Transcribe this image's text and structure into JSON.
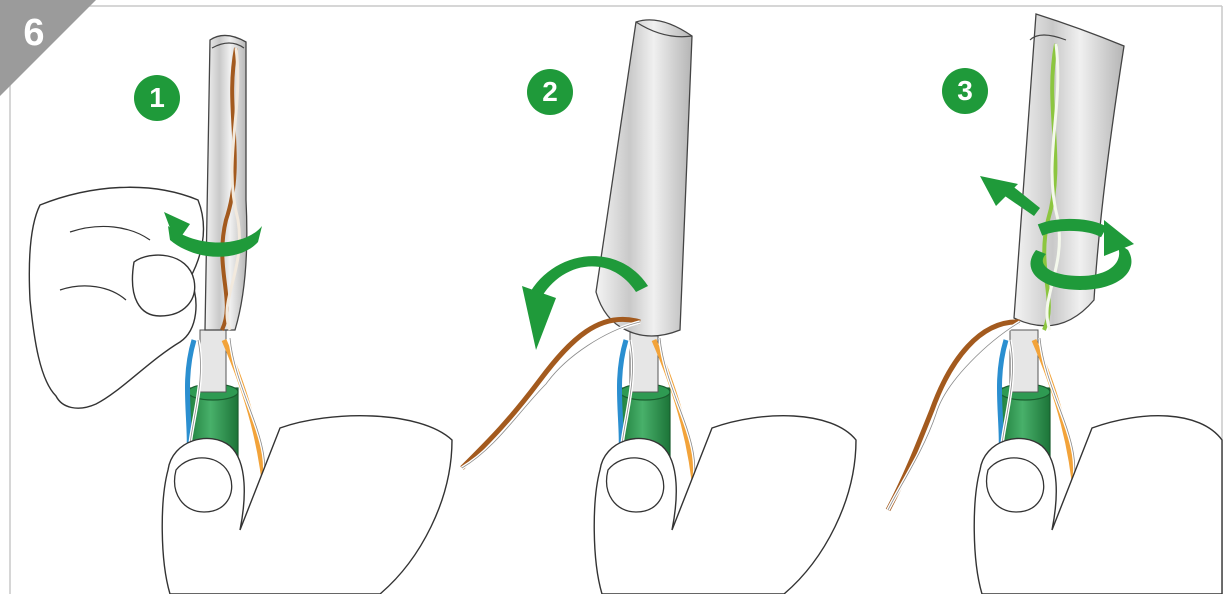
{
  "step_number": "6",
  "panels": [
    {
      "badge": "1"
    },
    {
      "badge": "2"
    },
    {
      "badge": "3"
    }
  ],
  "colors": {
    "badge_green": "#1f9a3a",
    "arrow_green": "#1f9a3a",
    "cable_jacket": "#2e9a52",
    "foil_shield": "#d8d8d8",
    "pair_blue": "#2b8fd0",
    "pair_orange": "#f2a33a",
    "pair_brown": "#a35a1e",
    "pair_green": "#8cc63f",
    "corner_tab": "#9b9b9b"
  }
}
